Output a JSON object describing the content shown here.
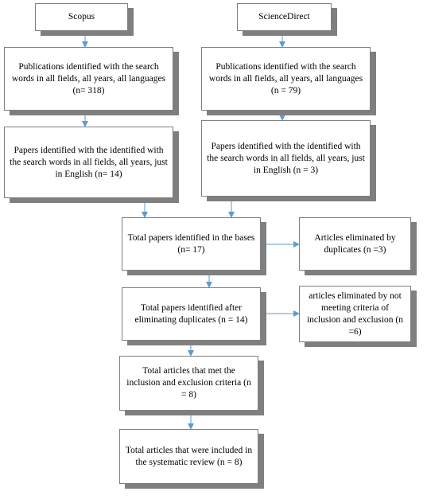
{
  "colors": {
    "arrow": "#5b9bd5",
    "shadow": "#7f7f7f",
    "border": "#7f7f7f"
  },
  "boxes": {
    "scopus": "Scopus",
    "sciencedirect": "ScienceDirect",
    "scopus_pubs": "Publications identified with the search words in all fields, all years, all languages (n= 318)",
    "sd_pubs": "Publications identified with the search words in all fields, all years, all languages (n = 79)",
    "scopus_papers": "Papers identified with the identified with the search words in all fields, all years, just in English (n= 14)",
    "sd_papers": "Papers identified with the identified with the search words in all fields, all years, just in English (n = 3)",
    "total_bases": "Total papers identified in the bases (n= 17)",
    "elim_dup": "Articles eliminated by duplicates (n =3)",
    "after_dup": "Total papers identified after eliminating duplicates (n = 14)",
    "elim_criteria": "articles eliminated by not meeting criteria of inclusion and exclusion (n =6)",
    "met_criteria": "Total articles that met the inclusion and exclusion criteria (n = 8)",
    "included": "Total articles that were included in the systematic review (n = 8)"
  }
}
